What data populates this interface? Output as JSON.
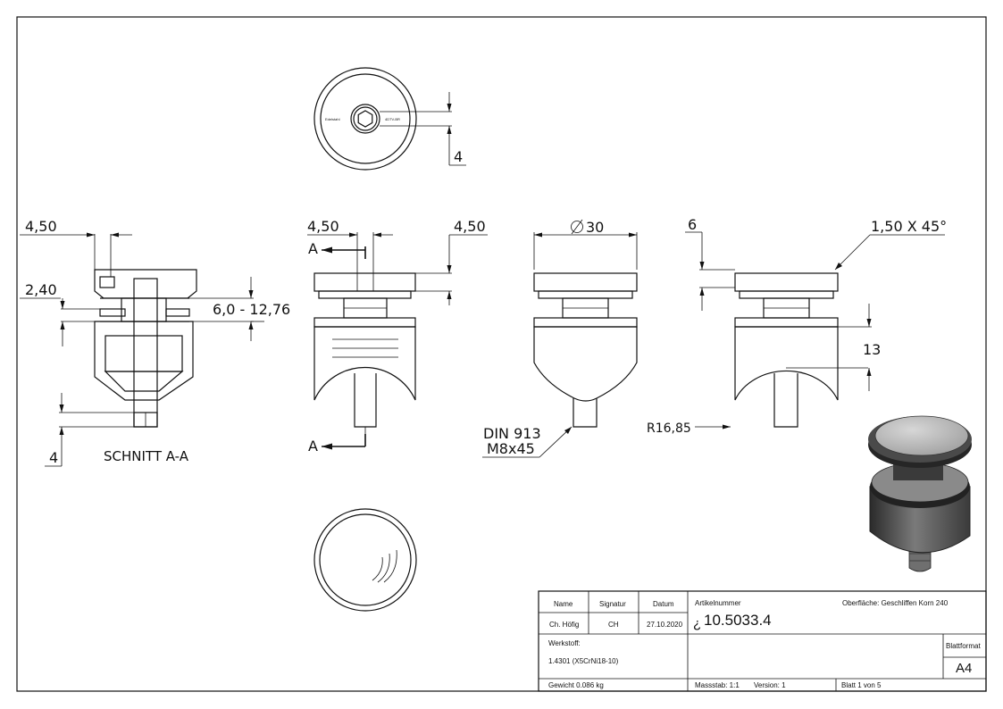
{
  "dimensions": {
    "sec_w1": "4,50",
    "sec_h1": "2,40",
    "sec_range": "6,0 - 12,76",
    "sec_bottom": "4",
    "section_label": "SCHNITT A-A",
    "top_dim": "4",
    "front_left": "4,50",
    "front_right": "4,50",
    "section_mark_top": "A",
    "section_mark_bottom": "A",
    "diameter": "30",
    "screw_line1": "DIN 913",
    "screw_line2": "M8x45",
    "side_top": "6",
    "chamfer": "1,50 X 45°",
    "side_height": "13",
    "radius": "R16,85"
  },
  "titleblock": {
    "h_name": "Name",
    "h_signatur": "Signatur",
    "h_datum": "Datum",
    "name": "Ch. Höfig",
    "signatur": "CH",
    "datum": "27.10.2020",
    "artikel_label": "Artikelnummer",
    "artikel_prefix": "¿",
    "artikel_value": "10.5033.4",
    "oberflaeche": "Oberfläche:  Geschliffen Korn 240",
    "werkstoff_label": "Werkstoff:",
    "werkstoff": "1.4301 (X5CrNi18-10)",
    "blattformat_label": "Blattformat",
    "blattformat": "A4",
    "gewicht": "Gewicht 0.086 kg",
    "massstab": "Massstab: 1:1",
    "version": "Version: 1",
    "blatt": "Blatt 1 von 5"
  },
  "engraving": {
    "left": "Edelstahl",
    "right": "4DTV-BR"
  }
}
